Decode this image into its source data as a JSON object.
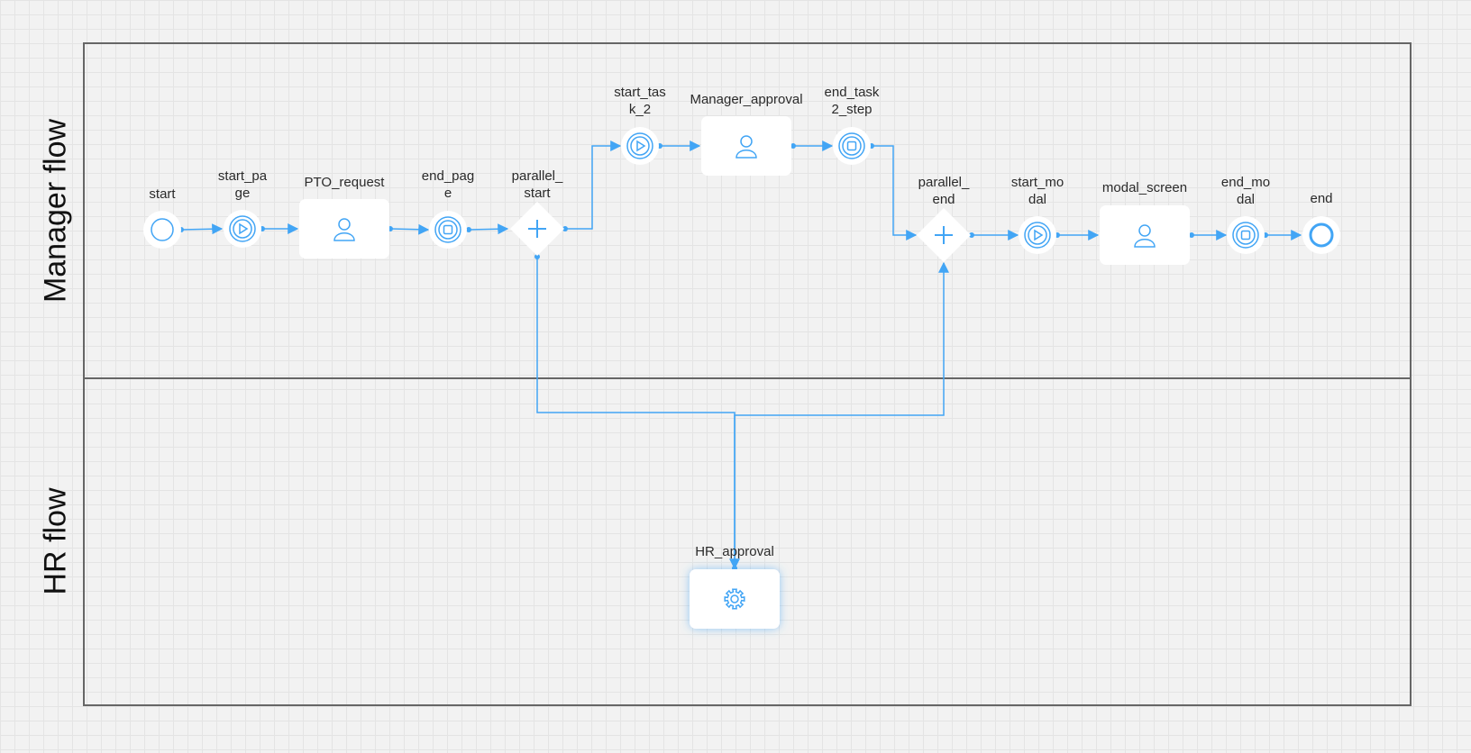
{
  "colors": {
    "accent": "#42a5f5",
    "lane_border": "#666666",
    "node_fill": "#ffffff"
  },
  "lanes": [
    {
      "id": "manager",
      "label": "Manager flow"
    },
    {
      "id": "hr",
      "label": "HR flow"
    }
  ],
  "nodes": [
    {
      "id": "start",
      "label": "start",
      "kind": "start-event",
      "icon": "start-event-icon"
    },
    {
      "id": "start_page",
      "label": "start_pa\nge",
      "kind": "intermediate-start",
      "icon": "play-icon"
    },
    {
      "id": "PTO_request",
      "label": "PTO_request",
      "kind": "user-task",
      "icon": "user-icon"
    },
    {
      "id": "end_page",
      "label": "end_pag\ne",
      "kind": "intermediate-end",
      "icon": "stop-icon"
    },
    {
      "id": "parallel_start",
      "label": "parallel_\nstart",
      "kind": "parallel-gateway",
      "icon": "plus-icon"
    },
    {
      "id": "start_task_2",
      "label": "start_tas\nk_2",
      "kind": "intermediate-start",
      "icon": "play-icon"
    },
    {
      "id": "Manager_approval",
      "label": "Manager_approval",
      "kind": "user-task",
      "icon": "user-icon"
    },
    {
      "id": "end_task2_step",
      "label": "end_task\n2_step",
      "kind": "intermediate-end",
      "icon": "stop-icon"
    },
    {
      "id": "parallel_end",
      "label": "parallel_\nend",
      "kind": "parallel-gateway",
      "icon": "plus-icon"
    },
    {
      "id": "start_modal",
      "label": "start_mo\ndal",
      "kind": "intermediate-start",
      "icon": "play-icon"
    },
    {
      "id": "modal_screen",
      "label": "modal_screen",
      "kind": "user-task",
      "icon": "user-icon"
    },
    {
      "id": "end_modal",
      "label": "end_mo\ndal",
      "kind": "intermediate-end",
      "icon": "stop-icon"
    },
    {
      "id": "end",
      "label": "end",
      "kind": "end-event",
      "icon": "end-event-icon"
    },
    {
      "id": "HR_approval",
      "label": "HR_approval",
      "kind": "service-task",
      "icon": "gear-icon"
    }
  ],
  "edges": [
    {
      "from": "start",
      "to": "start_page"
    },
    {
      "from": "start_page",
      "to": "PTO_request"
    },
    {
      "from": "PTO_request",
      "to": "end_page"
    },
    {
      "from": "end_page",
      "to": "parallel_start"
    },
    {
      "from": "parallel_start",
      "to": "start_task_2"
    },
    {
      "from": "start_task_2",
      "to": "Manager_approval"
    },
    {
      "from": "Manager_approval",
      "to": "end_task2_step"
    },
    {
      "from": "end_task2_step",
      "to": "parallel_end"
    },
    {
      "from": "parallel_end",
      "to": "start_modal"
    },
    {
      "from": "start_modal",
      "to": "modal_screen"
    },
    {
      "from": "modal_screen",
      "to": "end_modal"
    },
    {
      "from": "end_modal",
      "to": "end"
    },
    {
      "from": "parallel_start",
      "to": "HR_approval"
    },
    {
      "from": "HR_approval",
      "to": "parallel_end"
    }
  ]
}
